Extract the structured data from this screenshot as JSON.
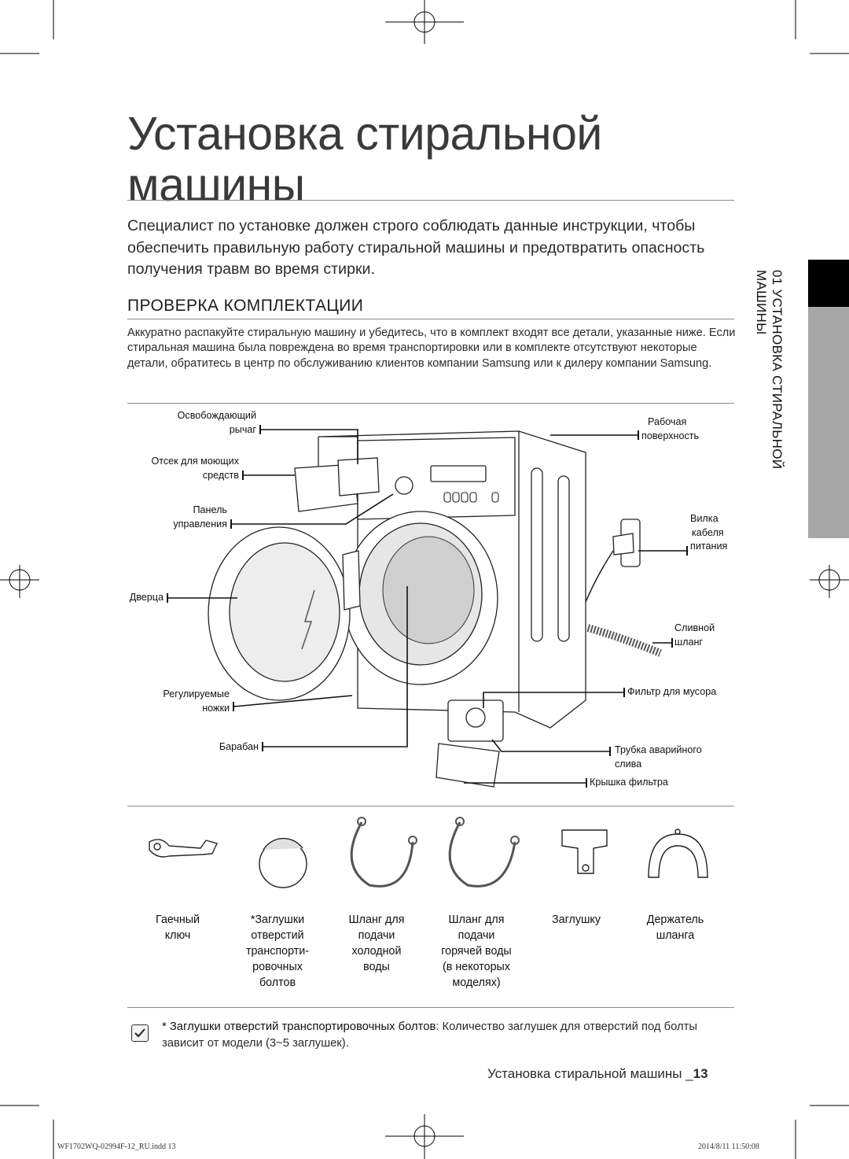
{
  "title": {
    "line1": "Установка стиральной",
    "line2": "машины"
  },
  "intro": "Специалист по установке должен строго соблюдать данные инструкции, чтобы обеспечить правильную работу стиральной машины и предотвратить опасность получения травм во время стирки.",
  "section_heading": "ПРОВЕРКА КОМПЛЕКТАЦИИ",
  "section_text": "Аккуратно распакуйте стиральную машину и убедитесь, что в комплект входят все детали, указанные ниже. Если стиральная машина была повреждена во время транспортировки или в комплекте отсутствуют некоторые детали, обратитесь в центр по обслуживанию клиентов компании Samsung или к дилеру компании Samsung.",
  "side_tab": "01 УСТАНОВКА СТИРАЛЬНОЙ МАШИНЫ",
  "diagram_labels": {
    "release_lever": [
      "Освобождающий",
      "рычаг"
    ],
    "detergent_drawer": [
      "Отсек для моющих",
      "средств"
    ],
    "control_panel": [
      "Панель",
      "управления"
    ],
    "door": [
      "Дверца"
    ],
    "leveling_feet": [
      "Регулируемые",
      "ножки"
    ],
    "drum": [
      "Барабан"
    ],
    "worktop": [
      "Рабочая",
      "поверхность"
    ],
    "power_plug": [
      "Вилка",
      "кабеля",
      "питания"
    ],
    "drain_hose": [
      "Сливной",
      "шланг"
    ],
    "debris_filter": [
      "Фильтр для мусора"
    ],
    "emergency_drain": [
      "Трубка аварийного",
      "слива"
    ],
    "filter_cover": [
      "Крышка фильтра"
    ]
  },
  "accessories": [
    {
      "icon": "wrench-icon",
      "label": [
        "Гаечный",
        "ключ"
      ]
    },
    {
      "icon": "bolt-hole-cap-icon",
      "label": [
        "*Заглушки",
        "отверстий",
        "транспорти-",
        "ровочных",
        "болтов"
      ]
    },
    {
      "icon": "cold-water-hose-icon",
      "label": [
        "Шланг для",
        "подачи",
        "холодной",
        "воды"
      ]
    },
    {
      "icon": "hot-water-hose-icon",
      "label": [
        "Шланг для",
        "подачи",
        "горячей воды",
        "(в некоторых",
        "моделях)"
      ]
    },
    {
      "icon": "plug-cap-icon",
      "label": [
        "Заглушку"
      ]
    },
    {
      "icon": "hose-holder-icon",
      "label": [
        "Держатель",
        "шланга"
      ]
    }
  ],
  "note": {
    "bold": "* Заглушки отверстий транспортировочных болтов",
    "rest": ": Количество заглушек для отверстий под болты зависит от модели (3~5 заглушек)."
  },
  "footer": {
    "title": "Установка стиральной машины _",
    "page": "13"
  },
  "print_info": {
    "file": "WF1702WQ-02994F-12_RU.indd   13",
    "date": "2014/8/11   11:50:08"
  }
}
